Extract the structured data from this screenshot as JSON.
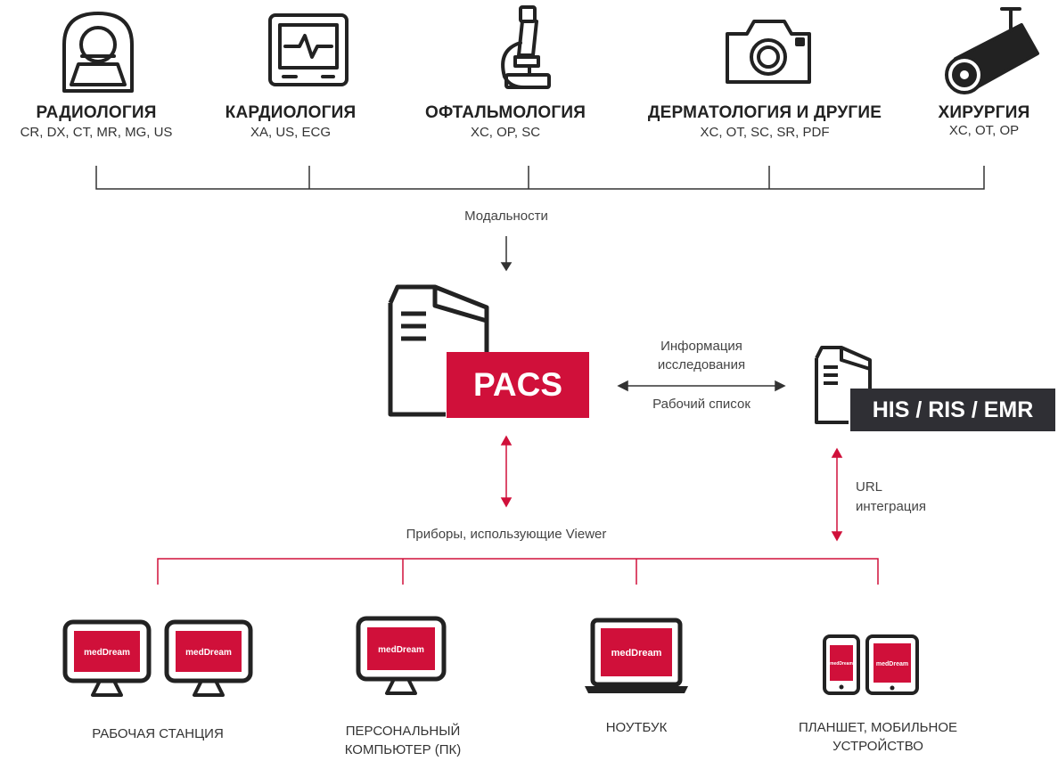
{
  "modalities": [
    {
      "title": "РАДИОЛОГИЯ",
      "codes": "CR, DX, CT, MR, MG, US",
      "icon": "ct-scanner-icon"
    },
    {
      "title": "КАРДИОЛОГИЯ",
      "codes": "XA, US, ECG",
      "icon": "heart-monitor-icon"
    },
    {
      "title": "ОФТАЛЬМОЛОГИЯ",
      "codes": "XC, OP, SC",
      "icon": "microscope-icon"
    },
    {
      "title": "ДЕРМАТОЛОГИЯ И ДРУГИЕ",
      "codes": "XC, OT, SC, SR, PDF",
      "icon": "camera-icon"
    },
    {
      "title": "ХИРУРГИЯ",
      "codes": "XC, OT, OP",
      "icon": "surgical-camera-icon"
    }
  ],
  "labels": {
    "modalities": "Модальности",
    "info_line1": "Информация",
    "info_line2": "исследования",
    "worklist": "Рабочий список",
    "url_line1": "URL",
    "url_line2": "интеграция",
    "viewer_devices": "Приборы, использующие Viewer"
  },
  "pacs": {
    "label": "PACS"
  },
  "his": {
    "label": "HIS / RIS / EMR"
  },
  "brand_text": "medDream",
  "devices": [
    {
      "label_line1": "РАБОЧАЯ СТАНЦИЯ",
      "label_line2": "",
      "icon": "workstation-monitors-icon"
    },
    {
      "label_line1": "ПЕРСОНАЛЬНЫЙ",
      "label_line2": "КОМПЬЮТЕР (ПК)",
      "icon": "pc-monitor-icon"
    },
    {
      "label_line1": "НОУТБУК",
      "label_line2": "",
      "icon": "laptop-icon"
    },
    {
      "label_line1": "ПЛАНШЕТ, МОБИЛЬНОЕ",
      "label_line2": "УСТРОЙСТВО",
      "icon": "tablet-phone-icon"
    }
  ],
  "colors": {
    "accent": "#d0103a",
    "dark": "#2f2f34",
    "line": "#333333"
  }
}
